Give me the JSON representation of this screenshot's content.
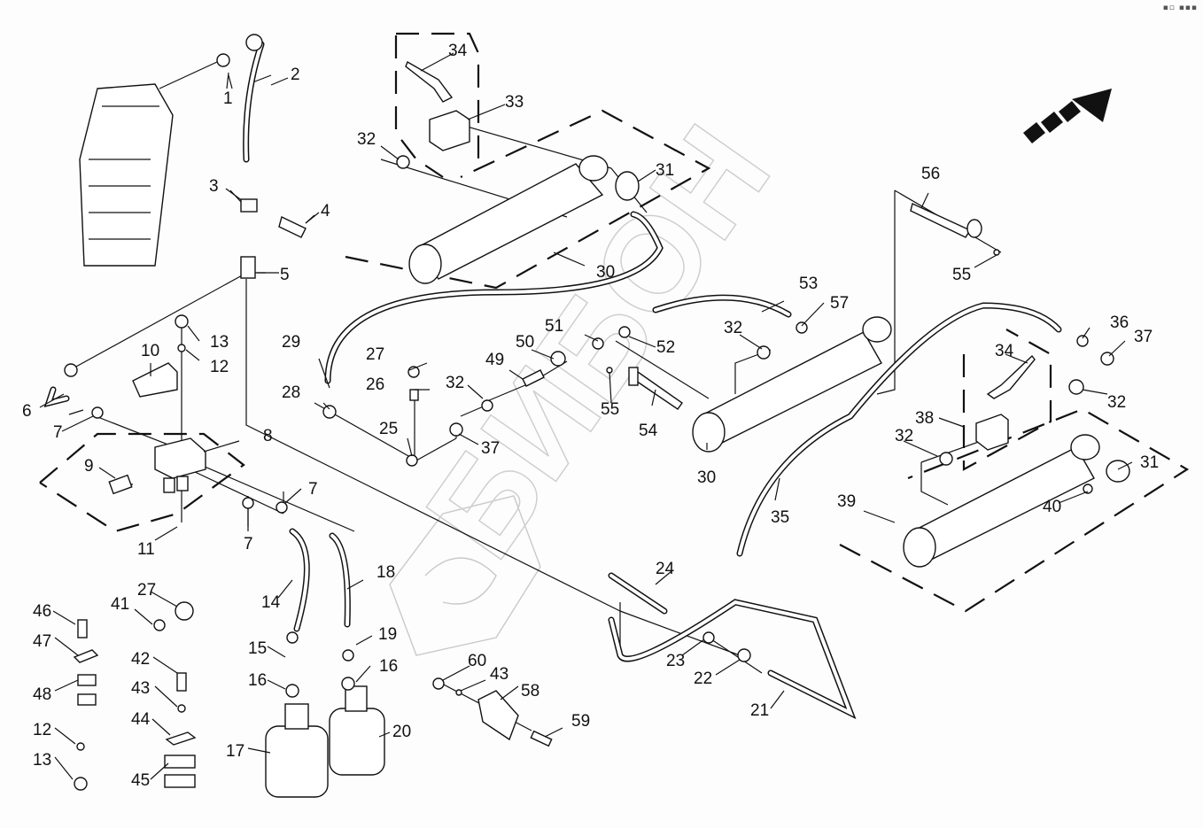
{
  "diagram": {
    "type": "exploded-parts-diagram",
    "subject": "hydraulic lines, valve blocks, cylinders and accumulators",
    "watermark": "БИБОН",
    "direction_arrow": "forward (up-right)",
    "corner_icons": [
      "menu-dot-icon",
      "more-icon"
    ],
    "labels": {
      "l1": "1",
      "l2": "2",
      "l3": "3",
      "l4": "4",
      "l5": "5",
      "l6": "6",
      "l7a": "7",
      "l7b": "7",
      "l7c": "7",
      "l8": "8",
      "l9": "9",
      "l10": "10",
      "l11": "11",
      "l12a": "12",
      "l12b": "12",
      "l13a": "13",
      "l13b": "13",
      "l14": "14",
      "l15": "15",
      "l16a": "16",
      "l16b": "16",
      "l17": "17",
      "l18": "18",
      "l19": "19",
      "l20": "20",
      "l21": "21",
      "l22": "22",
      "l23": "23",
      "l24": "24",
      "l25": "25",
      "l26": "26",
      "l27a": "27",
      "l27b": "27",
      "l28": "28",
      "l29": "29",
      "l30a": "30",
      "l30b": "30",
      "l31a": "31",
      "l31b": "31",
      "l32a": "32",
      "l32b": "32",
      "l32c": "32",
      "l32d": "32",
      "l32e": "32",
      "l33": "33",
      "l34a": "34",
      "l34b": "34",
      "l35": "35",
      "l36": "36",
      "l37a": "37",
      "l37b": "37",
      "l38": "38",
      "l39": "39",
      "l40": "40",
      "l41": "41",
      "l42": "42",
      "l43a": "43",
      "l43b": "43",
      "l44": "44",
      "l45": "45",
      "l46": "46",
      "l47": "47",
      "l48": "48",
      "l49": "49",
      "l50": "50",
      "l51": "51",
      "l52": "52",
      "l53": "53",
      "l54": "54",
      "l55a": "55",
      "l55b": "55",
      "l56": "56",
      "l57": "57",
      "l58": "58",
      "l59": "59",
      "l60": "60"
    }
  }
}
